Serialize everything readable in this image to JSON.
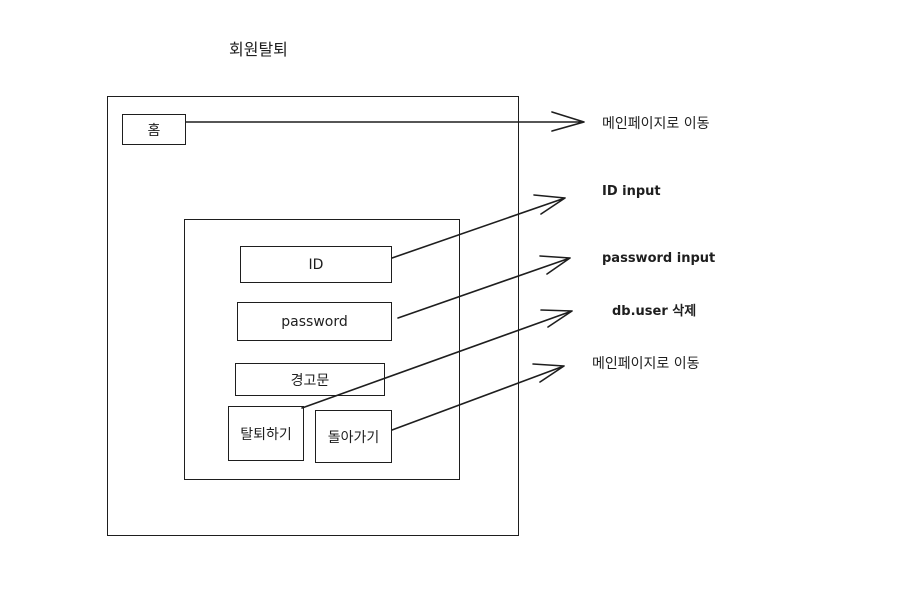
{
  "title": "회원탈퇴",
  "home_button": "홈",
  "form": {
    "id_field": "ID",
    "password_field": "password",
    "warning_text": "경고문",
    "withdraw_button": "탈퇴하기",
    "back_button": "돌아가기"
  },
  "annotations": {
    "home_action": "메인페이지로 이동",
    "id_note": "ID input",
    "password_note": "password input",
    "withdraw_action": "db.user 삭제",
    "back_action": "메인페이지로 이동"
  }
}
